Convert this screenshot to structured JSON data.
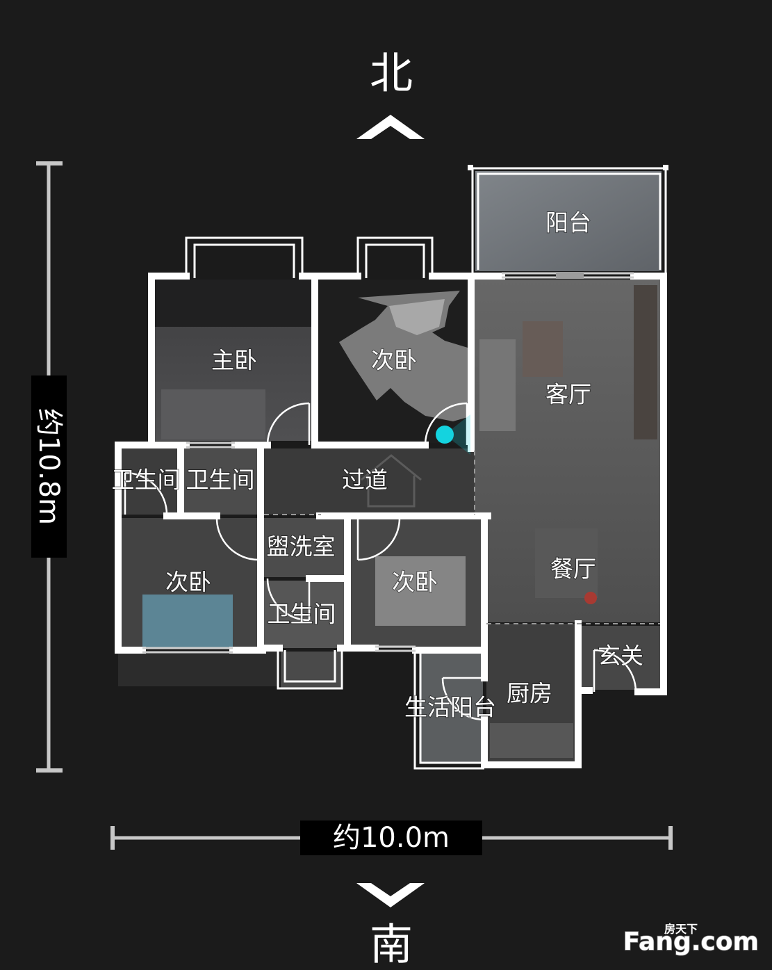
{
  "compass": {
    "north": "北",
    "south": "南"
  },
  "dimensions": {
    "height": "约10.8m",
    "width": "约10.0m"
  },
  "rooms": {
    "balcony": "阳台",
    "master_bedroom": "主卧",
    "bedroom_north": "次卧",
    "living_room": "客厅",
    "bathroom_west": "卫生间",
    "bathroom_middle": "卫生间",
    "hallway": "过道",
    "washroom": "盥洗室",
    "bedroom_southwest": "次卧",
    "bedroom_south": "次卧",
    "dining_room": "餐厅",
    "bathroom_south": "卫生间",
    "entrance": "玄关",
    "kitchen": "厨房",
    "utility_balcony": "生活阳台"
  },
  "watermark": {
    "logo_cn": "房天下",
    "logo_en": "Fang.com"
  },
  "icons": {
    "north_arrow": "chevron-up-icon",
    "south_arrow": "chevron-down-icon",
    "viewpoint": "position-marker-icon"
  },
  "colors": {
    "background": "#1b1b1b",
    "wall": "#ffffff",
    "scale_bar": "#c8c8c8",
    "label_box": "#000000",
    "marker": "#14d3df"
  }
}
